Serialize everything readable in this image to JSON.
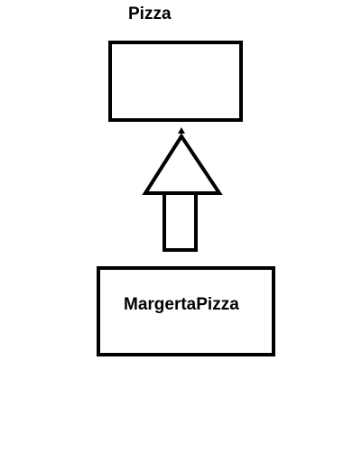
{
  "diagram": {
    "parent_class": {
      "name": "Pizza"
    },
    "child_class": {
      "name": "MargertaPizza"
    },
    "relationship": {
      "type": "inheritance",
      "from": "MargertaPizza",
      "to": "Pizza"
    },
    "colors": {
      "stroke": "#000000",
      "background": "#ffffff"
    }
  }
}
